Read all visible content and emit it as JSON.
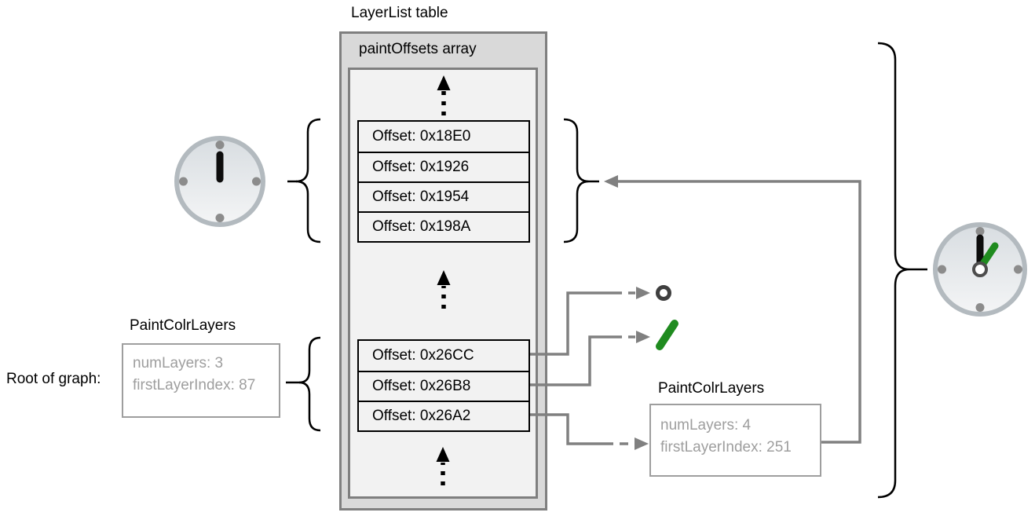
{
  "layerlist": {
    "title": "LayerList table",
    "header": "paintOffsets array",
    "upper_offsets": [
      "Offset: 0x18E0",
      "Offset: 0x1926",
      "Offset: 0x1954",
      "Offset: 0x198A"
    ],
    "lower_offsets": [
      "Offset: 0x26CC",
      "Offset: 0x26B8",
      "Offset: 0x26A2"
    ]
  },
  "left_paint": {
    "title": "PaintColrLayers",
    "num_layers": "numLayers: 3",
    "first_layer_index": "firstLayerIndex: 87"
  },
  "right_paint": {
    "title": "PaintColrLayers",
    "num_layers": "numLayers: 4",
    "first_layer_index": "firstLayerIndex: 251"
  },
  "root_label": "Root of graph:",
  "icons": {
    "left_clock": "clock-face-hand-at-12",
    "right_clock": "clock-face-black-12-green-1-hands",
    "ring": "small-circle-ring-glyph",
    "green_hand": "green-clock-hand-glyph",
    "dotted_arrows": "vertical-dotted-up-arrow"
  },
  "colors": {
    "table_fill": "#d9d9d9",
    "inner_fill": "#f2f2f2",
    "border_gray": "#7f7f7f",
    "connector_gray": "#808080",
    "paint_box_gray": "#9e9e9e",
    "accent_green": "#1f8b1f",
    "ring_dark": "#3f3f3f",
    "black": "#000000"
  }
}
